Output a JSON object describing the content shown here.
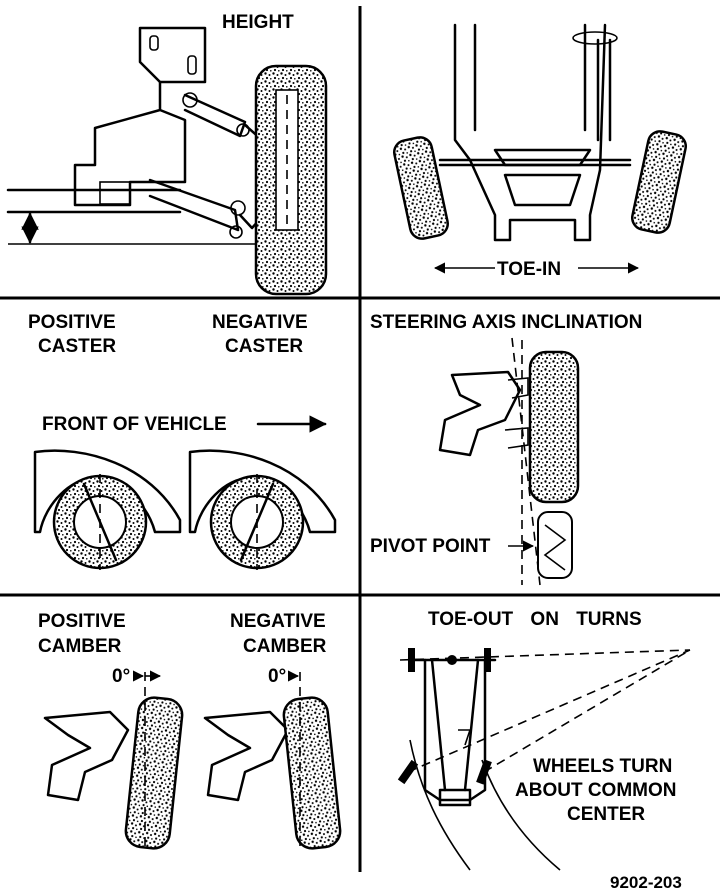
{
  "panels": {
    "height": {
      "title": "HEIGHT"
    },
    "toe_in": {
      "label": "TOE-IN"
    },
    "caster": {
      "positive_line1": "POSITIVE",
      "positive_line2": "CASTER",
      "negative_line1": "NEGATIVE",
      "negative_line2": "CASTER",
      "front_of_vehicle": "FRONT OF VEHICLE"
    },
    "steering_axis": {
      "title": "STEERING AXIS INCLINATION",
      "pivot_point": "PIVOT POINT"
    },
    "camber": {
      "positive_line1": "POSITIVE",
      "positive_line2": "CAMBER",
      "negative_line1": "NEGATIVE",
      "negative_line2": "CAMBER",
      "zero_left": "0°",
      "zero_right": "0°"
    },
    "toe_out": {
      "title": "TOE-OUT ON TURNS",
      "wheels_line1": "WHEELS TURN",
      "wheels_line2": "ABOUT COMMON",
      "wheels_line3": "CENTER"
    }
  },
  "figure_id": "9202-203"
}
